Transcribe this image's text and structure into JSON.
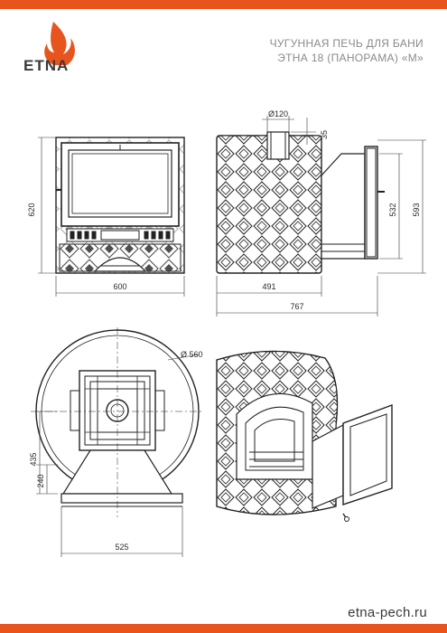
{
  "brand": {
    "name": "ETNA",
    "accent_color": "#e8541e",
    "text_color": "#3a3a3a"
  },
  "title": {
    "line1": "ЧУГУННАЯ ПЕЧЬ ДЛЯ БАНИ",
    "line2": "ЭТНА 18 (ПАНОРАМА) «М»"
  },
  "dimensions": {
    "front_width": "600",
    "front_height": "620",
    "side_depth": "491",
    "side_total": "767",
    "flue_diameter": "Ø120",
    "flue_offset": "35",
    "door_height": "532",
    "side_height": "593",
    "circle_diameter": "Ø 560",
    "top_height_435": "435",
    "top_height_240": "240",
    "top_width": "525"
  },
  "footer": {
    "website": "etna-pech.ru"
  },
  "icons": {
    "logo": "flame-icon"
  }
}
